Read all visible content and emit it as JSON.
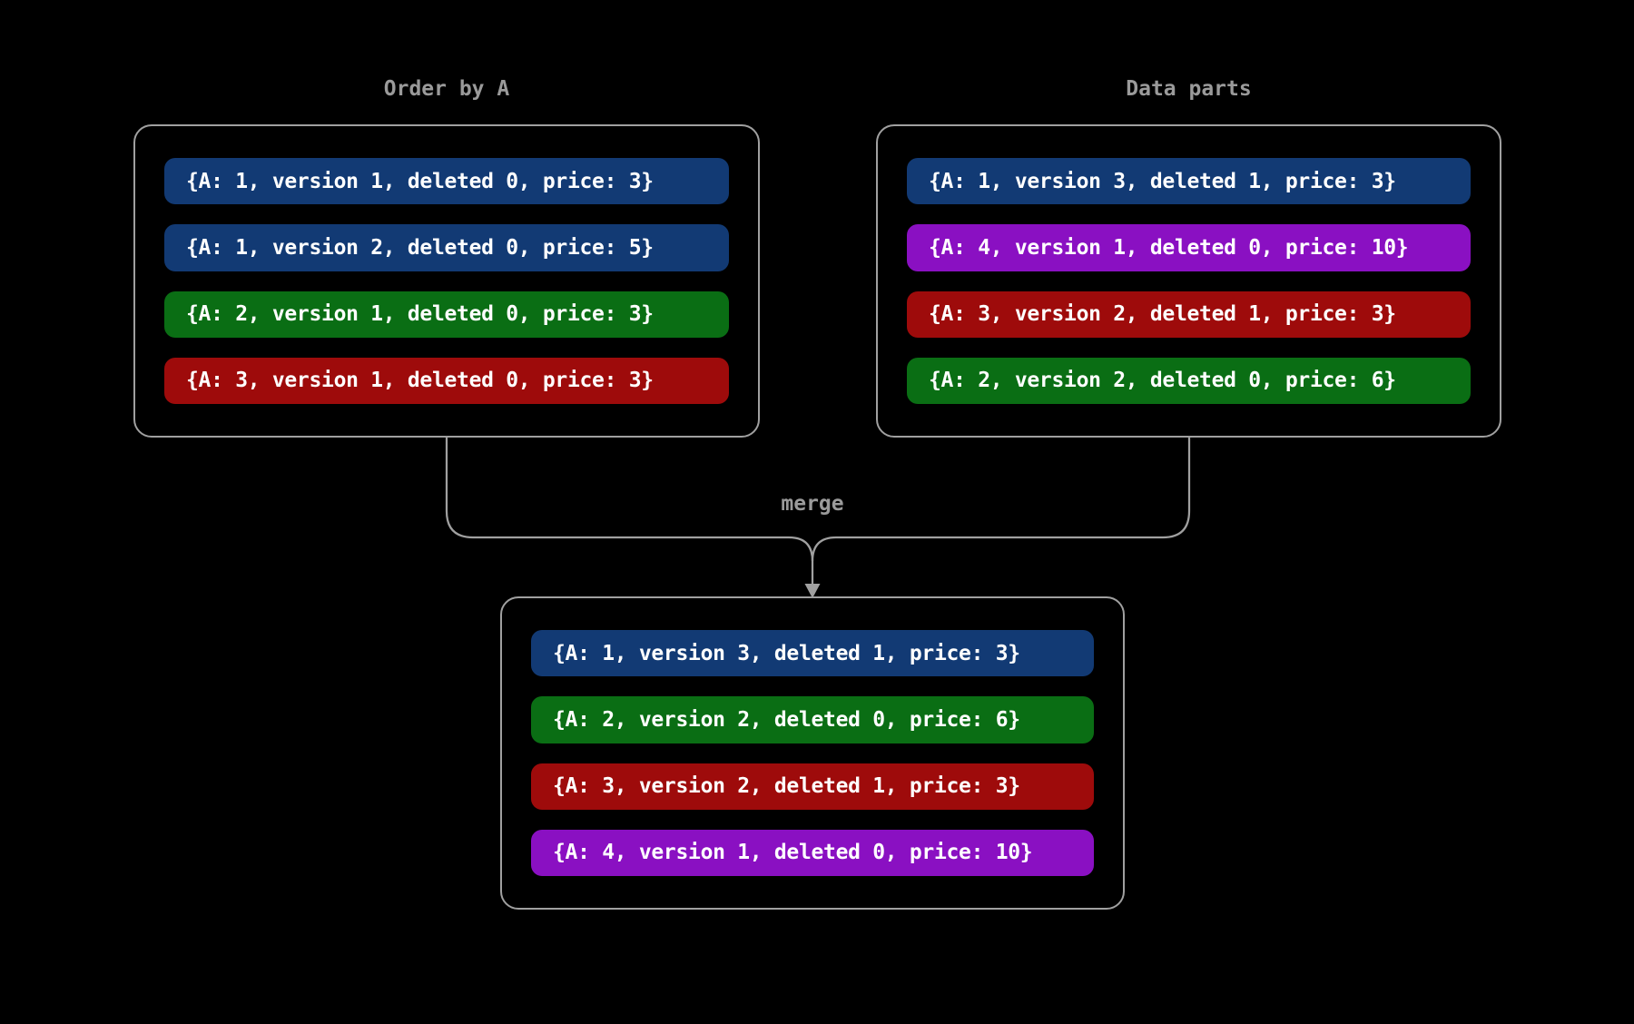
{
  "diagram": {
    "background": "#000000",
    "line_color": "#a0a0a0",
    "title_color": "#9a9a9a",
    "text_color": "#ffffff",
    "merge_label": "merge",
    "boxes": {
      "left": {
        "title": "Order by A",
        "rows": [
          {
            "text": "{A: 1, version 1, deleted 0, price: 3}",
            "color": "#123a74"
          },
          {
            "text": "{A: 1, version 2, deleted 0, price: 5}",
            "color": "#123a74"
          },
          {
            "text": "{A: 2, version 1, deleted 0, price: 3}",
            "color": "#0a6e14"
          },
          {
            "text": "{A: 3, version 1, deleted 0, price: 3}",
            "color": "#9e0b0b"
          }
        ]
      },
      "right": {
        "title": "Data parts",
        "rows": [
          {
            "text": "{A: 1, version 3, deleted 1, price: 3}",
            "color": "#123a74"
          },
          {
            "text": "{A: 4, version 1, deleted 0, price: 10}",
            "color": "#8a10c2"
          },
          {
            "text": "{A: 3, version 2, deleted 1, price: 3}",
            "color": "#9e0b0b"
          },
          {
            "text": "{A: 2, version 2, deleted 0, price: 6}",
            "color": "#0a6e14"
          }
        ]
      },
      "result": {
        "rows": [
          {
            "text": "{A: 1, version 3, deleted 1, price: 3}",
            "color": "#123a74"
          },
          {
            "text": "{A: 2, version 2, deleted 0, price: 6}",
            "color": "#0a6e14"
          },
          {
            "text": "{A: 3, version 2, deleted 1, price: 3}",
            "color": "#9e0b0b"
          },
          {
            "text": "{A: 4, version 1, deleted 0, price: 10}",
            "color": "#8a10c2"
          }
        ]
      }
    }
  }
}
